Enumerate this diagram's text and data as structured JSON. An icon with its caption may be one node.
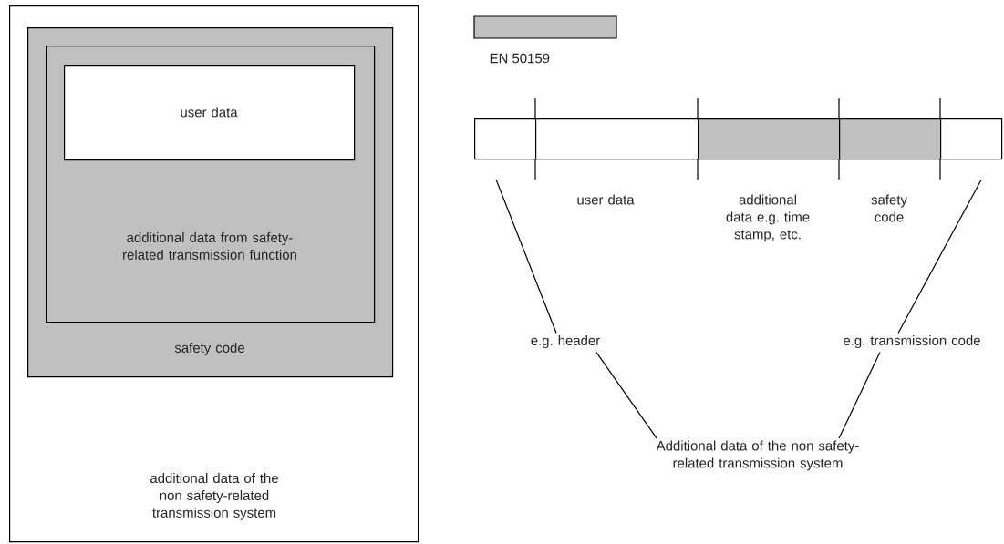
{
  "diagram": {
    "nodes": [
      {
        "text": [
          "additional data of the non safety-related transmission system"
        ]
      },
      {
        "text": [
          "safety code"
        ],
        "in": 0
      },
      {
        "text": [
          "additional data from safety-related transmission function"
        ],
        "in": 1
      },
      {
        "text": [
          "user data"
        ],
        "in": 2
      },
      {
        "text": [],
        "shape": "box"
      },
      {
        "text": [],
        "shape": "box",
        "beside": [
          "user data"
        ]
      },
      {
        "text": [],
        "shape": "box",
        "beside": [
          "additional data e.g. time stamp, etc."
        ]
      },
      {
        "text": [],
        "shape": "box",
        "beside": [
          "safety code"
        ]
      },
      {
        "text": [],
        "shape": "box"
      },
      {
        "text": [
          "e.g. header"
        ]
      },
      {
        "text": [
          "e.g. transmission code"
        ]
      },
      {
        "text": [
          "Additional data of the non safety-related transmission system"
        ]
      }
    ],
    "edges": [
      {
        "from": 9,
        "to": 4,
        "arrow": "none"
      },
      {
        "from": 10,
        "to": 8,
        "arrow": "none"
      },
      {
        "from": 11,
        "to": 9,
        "arrow": "none"
      },
      {
        "from": 11,
        "to": 10,
        "arrow": "none"
      }
    ],
    "legend": [
      {
        "text": "EN 50159",
        "color": "#c0c0c0"
      }
    ]
  }
}
